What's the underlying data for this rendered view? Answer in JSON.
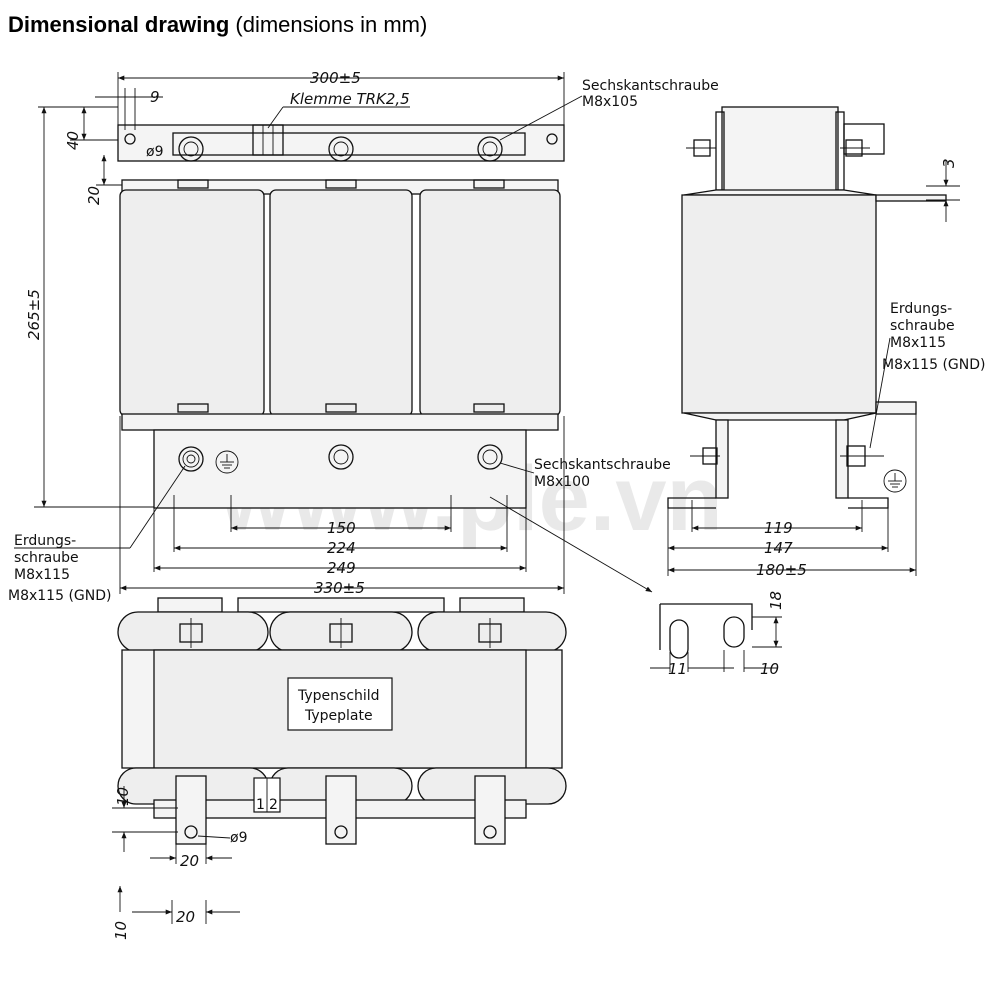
{
  "header": {
    "title": "Dimensional drawing",
    "subtitle": "(dimensions in mm)"
  },
  "watermark": "www.ple.vn",
  "dims": {
    "top_width": "300±5",
    "offset_9": "9",
    "hole_d9": "ø9",
    "h40": "40",
    "h20": "20",
    "h265": "265±5",
    "d150": "150",
    "d224": "224",
    "d249": "249",
    "d330": "330±5",
    "d3": "3",
    "d119": "119",
    "d147": "147",
    "d180": "180±5",
    "d18": "18",
    "d11": "11",
    "d10": "10",
    "b10": "10",
    "b20": "20",
    "bd9": "ø9",
    "b10b": "10",
    "b20b": "20"
  },
  "labels": {
    "klemme": "Klemme TRK2,5",
    "sechskant_top_1": "Sechskantschraube",
    "sechskant_top_2": "M8x105",
    "sechskant_mid_1": "Sechskantschraube",
    "sechskant_mid_2": "M8x100",
    "erdung_left_1": "Erdungs-",
    "erdung_left_2": "schraube",
    "erdung_left_3": "M8x115",
    "erdung_left_4": "M8x115 (GND)",
    "erdung_right_1": "Erdungs-",
    "erdung_right_2": "schraube",
    "erdung_right_3": "M8x115",
    "erdung_right_4": "M8x115 (GND)",
    "typeplate_1": "Typenschild",
    "typeplate_2": "Typeplate",
    "terminal_1": "1",
    "terminal_2": "2"
  }
}
